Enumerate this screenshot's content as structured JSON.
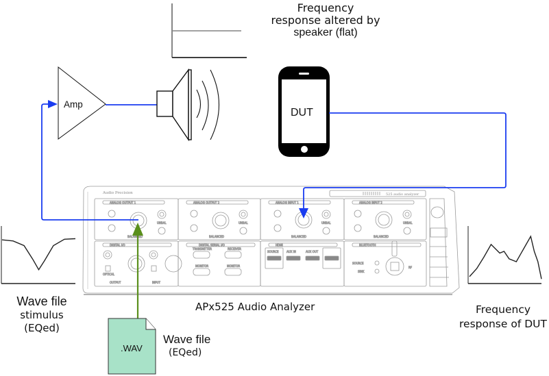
{
  "labels": {
    "speaker_response": [
      "Frequency",
      "response altered by",
      "speaker  (flat)"
    ],
    "amp": "Amp",
    "dut": "DUT",
    "analyzer_name": "APx525 Audio Analyzer",
    "stimulus": [
      "Wave file",
      "stimulus",
      "(EQed)"
    ],
    "dut_response": [
      "Frequency",
      "response of DUT"
    ],
    "wav_file_icon": ".WAV",
    "wav_file_caption": [
      "Wave file",
      "(EQed)"
    ]
  },
  "analyzer_panel": {
    "brand": "Audio Precision",
    "model_badge": "525 audio analyzer",
    "sections": {
      "analog_output_1": "ANALOG OUTPUT 1",
      "analog_output_2": "ANALOG OUTPUT 2",
      "analog_input_1": "ANALOG INPUT 1",
      "analog_input_2": "ANALOG INPUT 2",
      "digital_io": "DIGITAL I/O",
      "digital_serial_io": "DIGITAL SERIAL I/O",
      "hdmi": "HDMI",
      "bluetooth": "BLUETOOTH"
    },
    "connector_labels": {
      "balanced": "BALANCED",
      "unbal": "UNBAL",
      "optical": "OPTICAL",
      "output": "OUTPUT",
      "input": "INPUT",
      "transmitter": "TRANSMITTER",
      "receiver": "RECEIVER",
      "monitor": "MONITOR",
      "source": "SOURCE",
      "sink": "SINK",
      "aux_in": "AUX IN",
      "aux_out": "AUX OUT",
      "rf": "RF"
    }
  },
  "colors": {
    "signal_blue": "#1a3cf0",
    "wav_green": "#5a8f1c",
    "wav_fill": "#a8e2c8",
    "panel_line": "#9a9a9a"
  },
  "chart_data": [
    {
      "type": "line",
      "title": "Frequency response altered by speaker (flat)",
      "xlabel": "",
      "ylabel": "",
      "x": [
        0,
        1
      ],
      "series": [
        {
          "name": "speaker",
          "values": [
            0.5,
            0.5
          ]
        }
      ],
      "ylim": [
        0,
        1
      ]
    },
    {
      "type": "line",
      "title": "Wave file stimulus (EQed)",
      "xlabel": "",
      "ylabel": "",
      "x": [
        0,
        0.15,
        0.3,
        0.42,
        0.5,
        0.58,
        0.7,
        0.85,
        1.0
      ],
      "series": [
        {
          "name": "stimulus",
          "values": [
            0.76,
            0.74,
            0.66,
            0.42,
            0.24,
            0.4,
            0.66,
            0.77,
            0.78
          ]
        }
      ],
      "ylim": [
        0,
        1
      ]
    },
    {
      "type": "line",
      "title": "Frequency response of DUT",
      "xlabel": "",
      "ylabel": "",
      "x": [
        0,
        0.1,
        0.2,
        0.3,
        0.42,
        0.48,
        0.55,
        0.65,
        0.75,
        0.85,
        0.9,
        0.95,
        1.0
      ],
      "series": [
        {
          "name": "dut",
          "values": [
            0.12,
            0.26,
            0.46,
            0.68,
            0.53,
            0.56,
            0.43,
            0.38,
            0.6,
            0.82,
            0.56,
            0.38,
            0.08
          ]
        }
      ],
      "ylim": [
        0,
        1
      ]
    }
  ]
}
